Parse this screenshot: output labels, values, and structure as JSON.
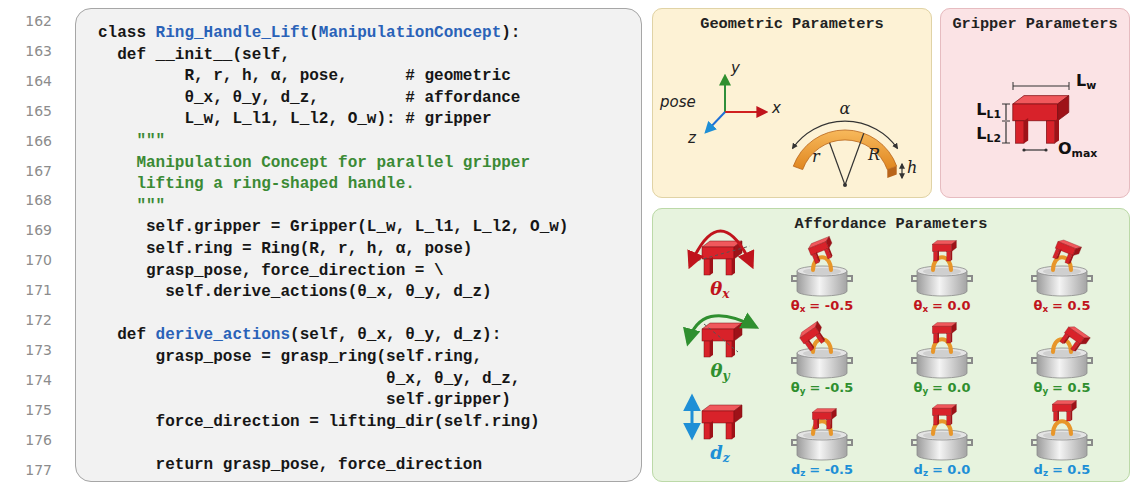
{
  "diagram": {
    "nodes": [
      {
        "text": [
          "class",
          "Ring_Handle_Lift",
          "(",
          "ManipulationConcept",
          "):",
          "def __init__(self,",
          "R, r, h, α, pose,",
          "# geometric",
          "θ_x, θ_y, d_z,",
          "# affordance",
          "L_w, L_l1, L_l2, O_w):",
          "# gripper",
          "\"\"\"",
          "Manipulation Concept for parallel gripper",
          "lifting a ring-shaped handle.",
          "\"\"\"",
          "self.gripper = Gripper(L_w, L_l1, L_l2, O_w)",
          "self.ring = Ring(R, r, h, α, pose)",
          "grasp_pose, force_direction = \\",
          "self.derive_actions(θ_x, θ_y, d_z)",
          "def",
          "derive_actions",
          "(self, θ_x, θ_y, d_z):",
          "grasp_pose = grasp_ring(self.ring,",
          "θ_x, θ_y, d_z,",
          "self.gripper)",
          "force_direction = lifting_dir(self.ring)",
          "return grasp_pose, force_direction"
        ]
      },
      {
        "text": [
          "Geometric Parameters"
        ]
      },
      {
        "text": [
          "Gripper Parameters"
        ]
      },
      {
        "text": [
          "Affordance Parameters"
        ]
      }
    ],
    "labels": [
      "162",
      "163",
      "164",
      "165",
      "166",
      "167",
      "168",
      "169",
      "170",
      "171",
      "172",
      "173",
      "174",
      "175",
      "176",
      "177",
      "pose",
      "y",
      "x",
      "z",
      "α",
      "r",
      "R",
      "h",
      "L",
      "L1",
      "L",
      "w",
      "L",
      "L2",
      "O",
      "max",
      "θ",
      "x",
      "θ",
      "y",
      "d",
      "z",
      "θ",
      "x",
      "= -0.5",
      "θ",
      "x",
      "= 0.0",
      "θ",
      "x",
      "= 0.5",
      "θ",
      "y",
      "= -0.5",
      "θ",
      "y",
      "= 0.0",
      "θ",
      "y",
      "= 0.5",
      "d",
      "z",
      "= -0.5",
      "d",
      "z",
      "= 0.0",
      "d",
      "z",
      "= 0.5"
    ]
  }
}
